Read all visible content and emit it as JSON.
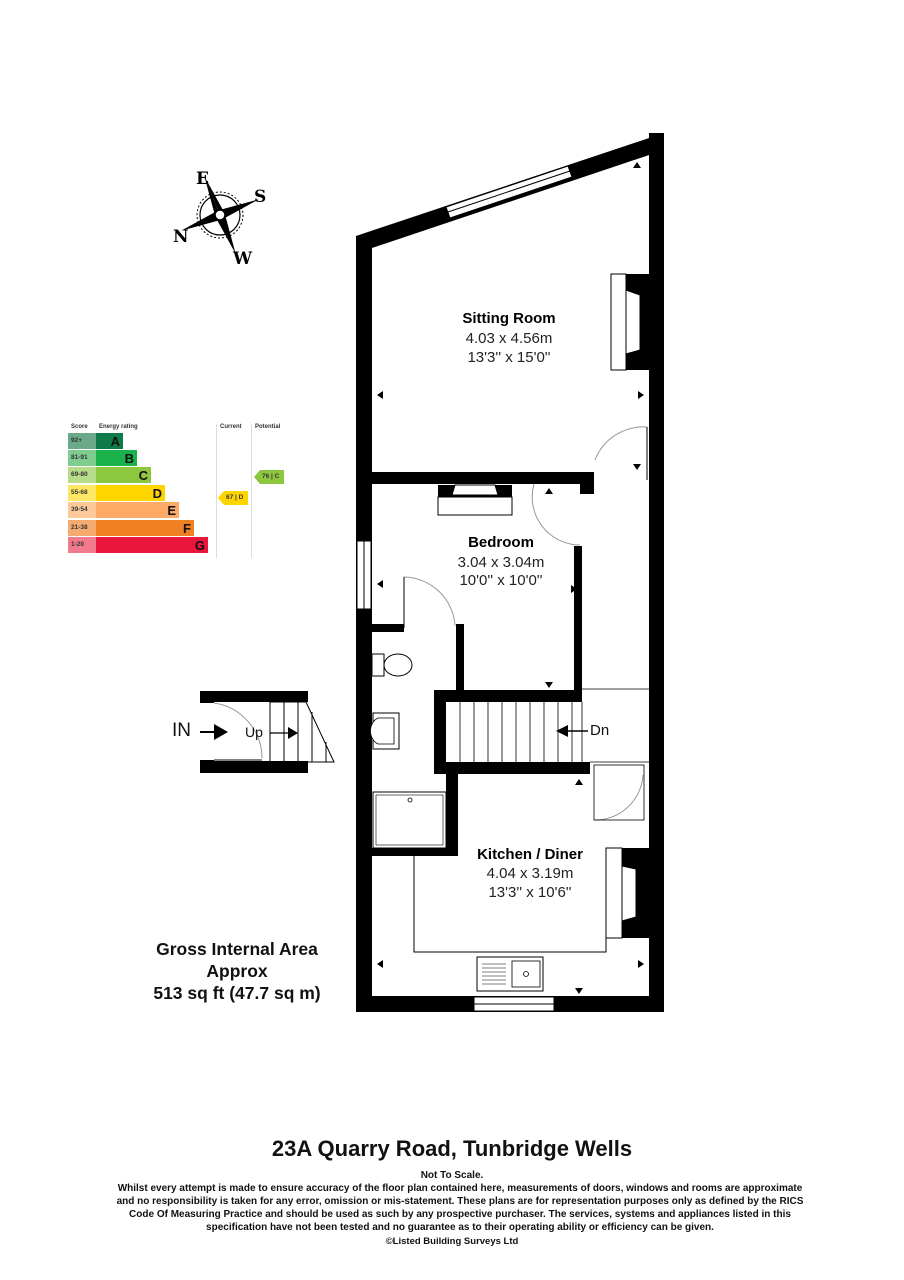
{
  "compass": {
    "top": "E",
    "right": "S",
    "left": "N",
    "bottom": "W"
  },
  "energy_rating": {
    "headers": {
      "score": "Score",
      "rating": "Energy rating",
      "current": "Current",
      "potential": "Potential"
    },
    "bands": [
      {
        "score": "92+",
        "letter": "A",
        "color": "#0f7b4a",
        "score_bg": "#6aa98a"
      },
      {
        "score": "81-91",
        "letter": "B",
        "color": "#1bb24b",
        "score_bg": "#7fcc8f"
      },
      {
        "score": "69-80",
        "letter": "C",
        "color": "#8dc63f",
        "score_bg": "#b7dc8a"
      },
      {
        "score": "55-68",
        "letter": "D",
        "color": "#ffd500",
        "score_bg": "#ffe766"
      },
      {
        "score": "39-54",
        "letter": "E",
        "color": "#fcaa65",
        "score_bg": "#fdc99b"
      },
      {
        "score": "21-38",
        "letter": "F",
        "color": "#ef8023",
        "score_bg": "#f5aa70"
      },
      {
        "score": "1-20",
        "letter": "G",
        "color": "#e9153b",
        "score_bg": "#f17a8d"
      }
    ],
    "current": {
      "value": "67",
      "letter": "D",
      "label": "67 | D",
      "color": "#ffd500"
    },
    "potential": {
      "value": "76",
      "letter": "C",
      "label": "76 | C",
      "color": "#8dc63f"
    }
  },
  "rooms": [
    {
      "name": "Sitting Room",
      "metric": "4.03 x 4.56m",
      "imperial": "13'3'' x 15'0''"
    },
    {
      "name": "Bedroom",
      "metric": "3.04 x 3.04m",
      "imperial": "10'0'' x 10'0''"
    },
    {
      "name": "Kitchen / Diner",
      "metric": "4.04 x 3.19m",
      "imperial": "13'3'' x 10'6''"
    }
  ],
  "labels": {
    "entrance": "IN",
    "stairs_up": "Up",
    "stairs_down": "Dn"
  },
  "gross_internal_area": {
    "line1": "Gross Internal Area",
    "line2": "Approx",
    "line3": "513 sq ft (47.7 sq m)"
  },
  "footer": {
    "address": "23A Quarry Road, Tunbridge Wells",
    "not_to_scale": "Not To Scale.",
    "disclaimer": "Whilst every attempt is made to ensure accuracy of the floor plan contained here, measurements of doors, windows and rooms are approximate and no responsibility is taken for any error, omission or mis-statement. These plans are for representation purposes only as defined by the RICS Code Of Measuring Practice and should be used as such by any prospective purchaser. The services, systems and appliances listed in this specification have not been tested and no guarantee as to their operating ability or efficiency can be given.",
    "copyright": "©Listed Building Surveys Ltd"
  }
}
